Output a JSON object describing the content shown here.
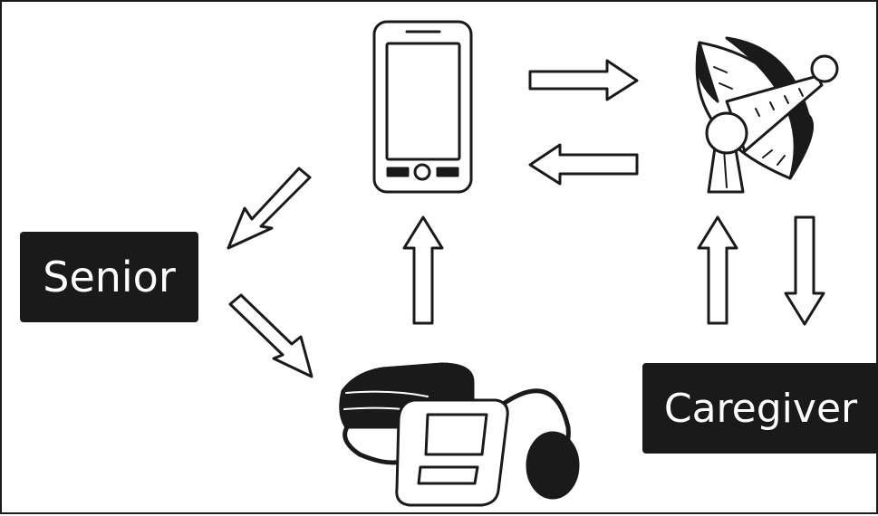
{
  "nodes": {
    "senior": {
      "label": "Senior"
    },
    "caregiver": {
      "label": "Caregiver"
    },
    "smartphone": {
      "icon": "smartphone-icon"
    },
    "satellite_dish": {
      "icon": "satellite-dish-icon"
    },
    "blood_pressure_monitor": {
      "icon": "blood-pressure-monitor-icon"
    }
  },
  "edges": [
    {
      "from": "smartphone",
      "to": "satellite_dish"
    },
    {
      "from": "satellite_dish",
      "to": "smartphone"
    },
    {
      "from": "smartphone",
      "to": "senior"
    },
    {
      "from": "senior",
      "to": "blood_pressure_monitor"
    },
    {
      "from": "blood_pressure_monitor",
      "to": "smartphone"
    },
    {
      "from": "caregiver",
      "to": "satellite_dish"
    },
    {
      "from": "satellite_dish",
      "to": "caregiver"
    }
  ],
  "colors": {
    "ink": "#1a1a1a",
    "paper": "#ffffff"
  }
}
